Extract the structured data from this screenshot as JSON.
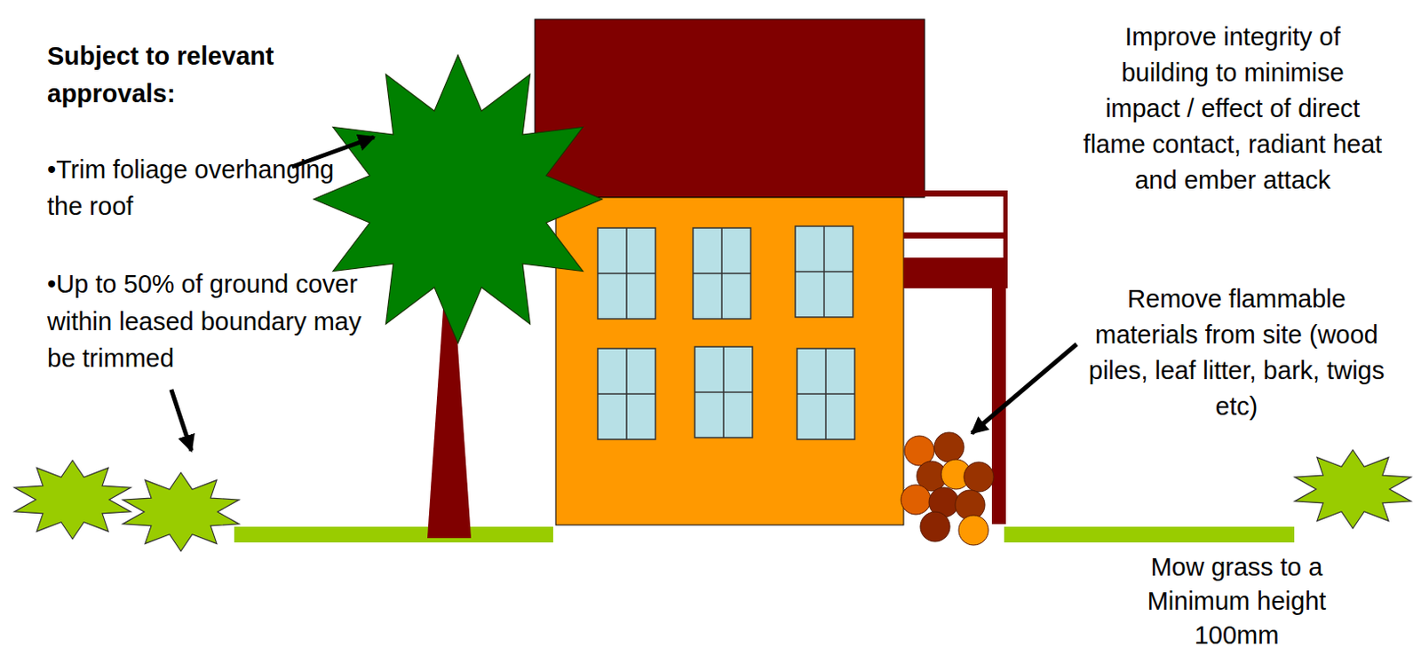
{
  "diagram": {
    "labels": [
      "Subject to relevant approvals:",
      "•Trim foliage overhanging the roof",
      "•Up to 50% of ground cover within leased boundary may be trimmed",
      "Improve integrity of building to minimise impact / effect of direct flame contact, radiant heat and ember attack",
      "Remove flammable materials from site (wood piles, leaf litter, bark, twigs etc)",
      "Mow grass to a Minimum height 100mm"
    ]
  }
}
